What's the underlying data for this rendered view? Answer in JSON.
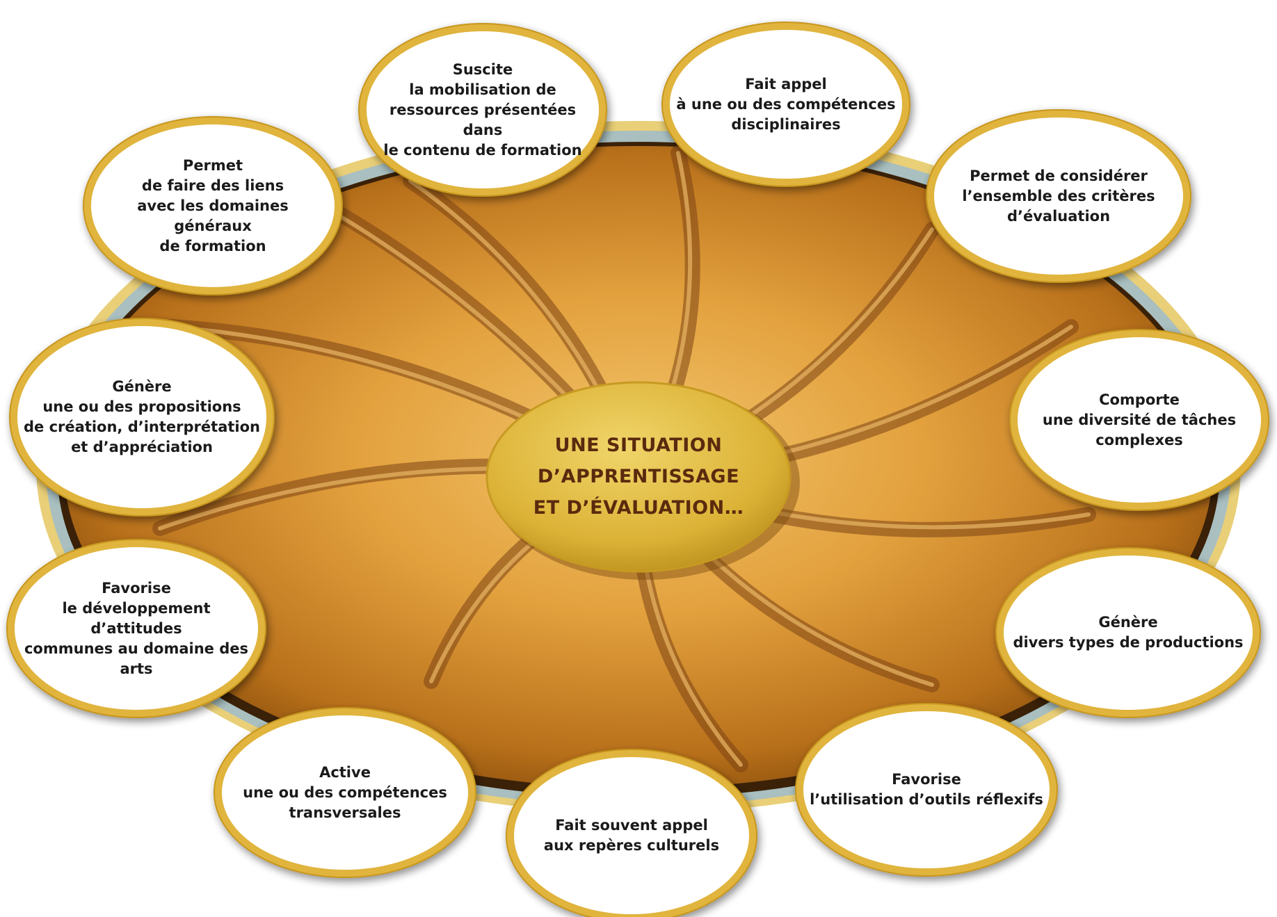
{
  "colors": {
    "plate_light": "#e8a845",
    "plate_dark": "#a35f12",
    "plate_rim": "#d6b05a",
    "rim_blue": "#9fb6b8",
    "center_fill": "#e2b93a",
    "bubble_rim": "#e2b441",
    "spoke_light": "#c98a3a",
    "spoke_dark": "#6e3a10"
  },
  "center": {
    "title": "UNE SITUATION\nD’APPRENTISSAGE\nET D’ÉVALUATION…"
  },
  "bubbles": [
    {
      "id": "suscite",
      "text": "Suscite\nla mobilisation de\nressources présentées dans\nle contenu de formation"
    },
    {
      "id": "fait-appel",
      "text": "Fait appel\nà une ou des compétences\ndisciplinaires"
    },
    {
      "id": "permet-considerer",
      "text": "Permet de considérer\nl’ensemble des critères\nd’évaluation"
    },
    {
      "id": "comporte",
      "text": "Comporte\nune diversité de tâches\ncomplexes"
    },
    {
      "id": "genere-productions",
      "text": "Génère\ndivers types de productions"
    },
    {
      "id": "favorise-outils",
      "text": "Favorise\nl’utilisation d’outils réflexifs"
    },
    {
      "id": "fait-souvent-appel",
      "text": "Fait souvent appel\naux repères culturels"
    },
    {
      "id": "active",
      "text": "Active\nune ou des compétences\ntransversales"
    },
    {
      "id": "favorise-attitudes",
      "text": "Favorise\nle développement d’attitudes\ncommunes au domaine des arts"
    },
    {
      "id": "genere-propositions",
      "text": "Génère\nune ou des propositions\nde création, d’interprétation\net d’appréciation"
    },
    {
      "id": "permet-liens",
      "text": "Permet\nde faire des liens\navec les domaines généraux\nde formation"
    }
  ]
}
